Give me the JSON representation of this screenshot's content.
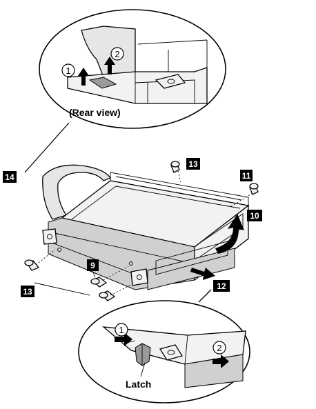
{
  "callouts": {
    "c9": "9",
    "c10": "10",
    "c11": "11",
    "c12": "12",
    "c13a": "13",
    "c13b": "13",
    "c14": "14"
  },
  "steps": {
    "top_1": "1",
    "top_2": "2",
    "bottom_1": "1",
    "bottom_2": "2"
  },
  "labels": {
    "rear_view": "(Rear view)",
    "latch": "Latch"
  }
}
